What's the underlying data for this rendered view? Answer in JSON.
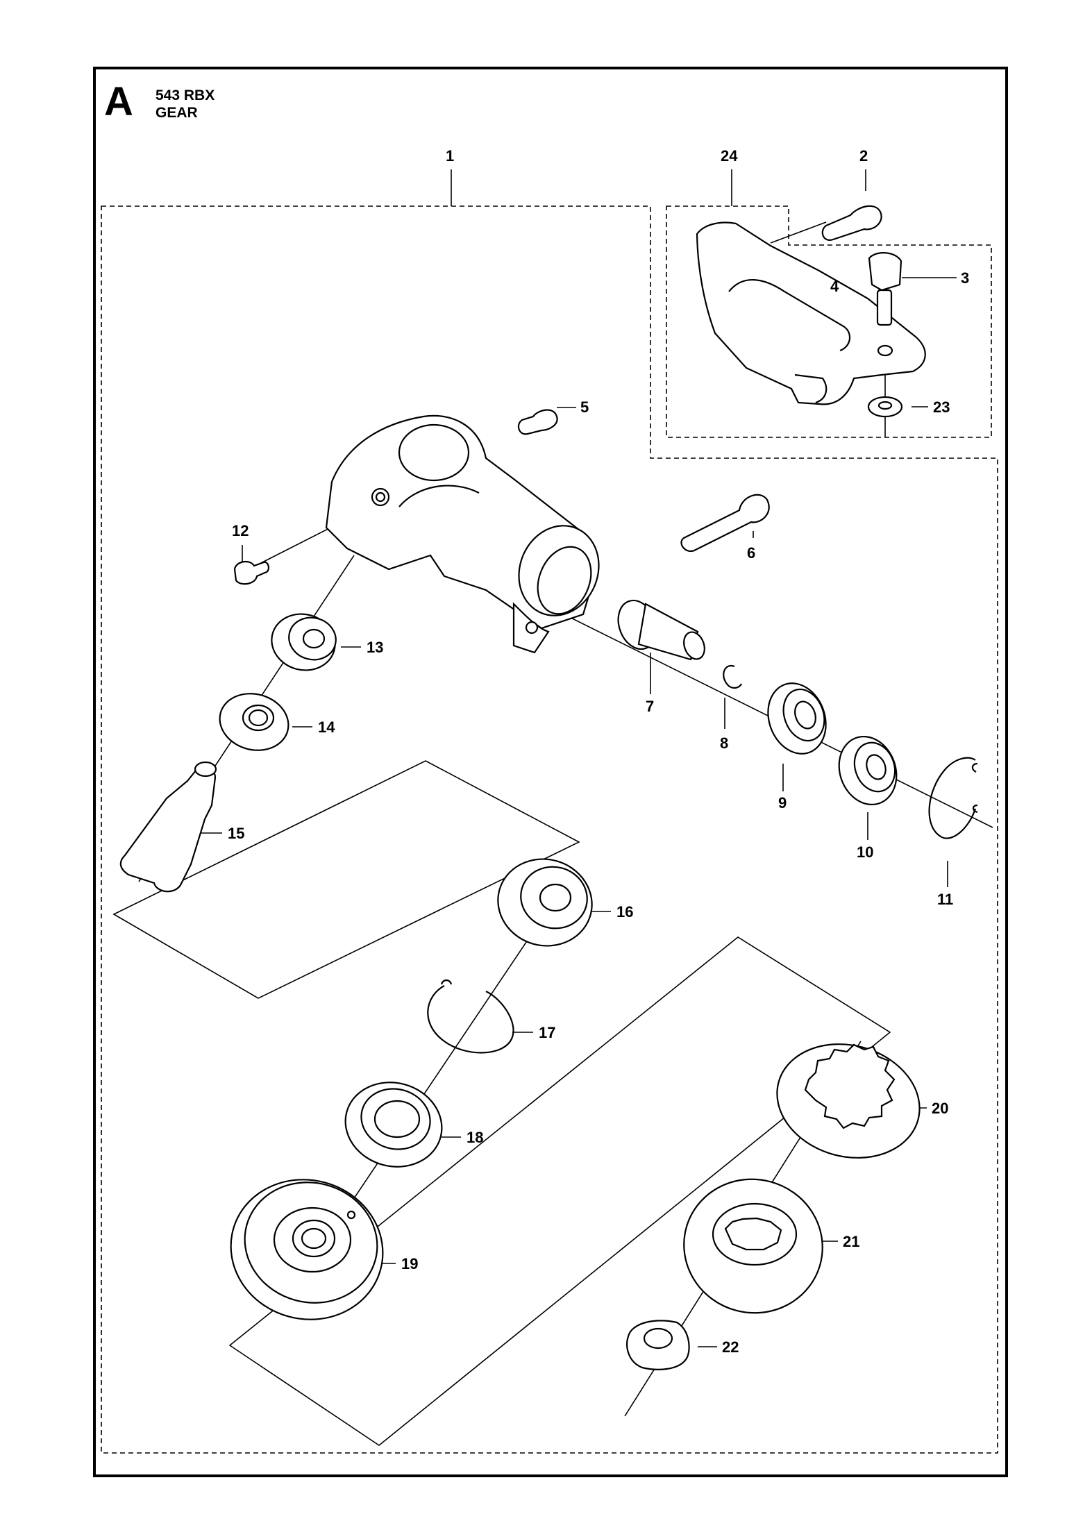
{
  "header": {
    "section_letter": "A",
    "model": "543 RBX",
    "title": "GEAR"
  },
  "part_numbers": [
    "1",
    "2",
    "3",
    "4",
    "5",
    "6",
    "7",
    "8",
    "9",
    "10",
    "11",
    "12",
    "13",
    "14",
    "15",
    "16",
    "17",
    "18",
    "19",
    "20",
    "21",
    "22",
    "23",
    "24"
  ]
}
